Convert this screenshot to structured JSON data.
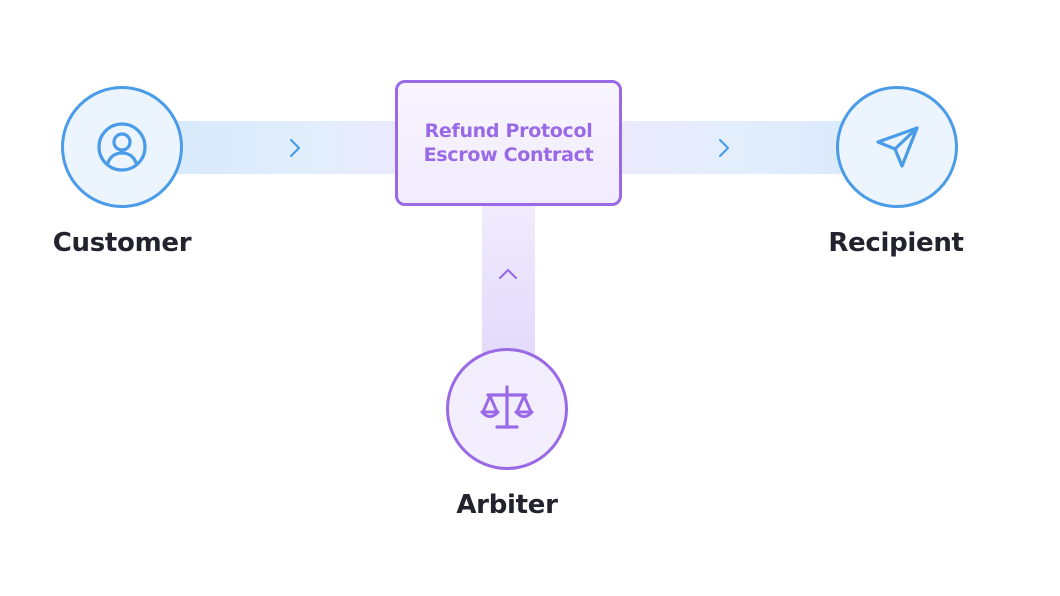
{
  "diagram": {
    "nodes": {
      "customer": {
        "label": "Customer",
        "icon": "user-circle-icon",
        "color": "#4a9be8"
      },
      "recipient": {
        "label": "Recipient",
        "icon": "send-icon",
        "color": "#4a9be8"
      },
      "arbiter": {
        "label": "Arbiter",
        "icon": "scales-icon",
        "color": "#9a6ae6"
      }
    },
    "contract": {
      "line1": "Refund Protocol",
      "line2": "Escrow Contract",
      "color": "#9a6ae6"
    },
    "edges": [
      {
        "from": "Customer",
        "to": "Refund Protocol Escrow Contract",
        "arrow": "chevron-right-icon"
      },
      {
        "from": "Refund Protocol Escrow Contract",
        "to": "Recipient",
        "arrow": "chevron-right-icon"
      },
      {
        "from": "Arbiter",
        "to": "Refund Protocol Escrow Contract",
        "arrow": "chevron-up-icon"
      }
    ],
    "text_color": "#23232e"
  }
}
